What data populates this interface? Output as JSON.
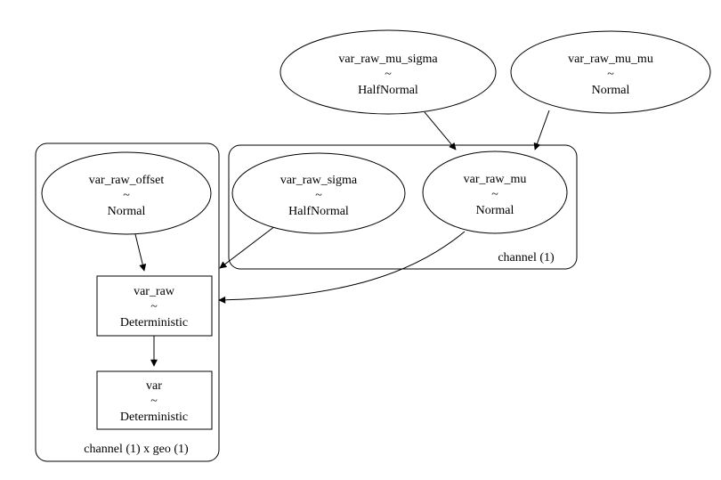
{
  "diagram": {
    "type": "graphviz-model-graph",
    "background_color": "#ffffff",
    "line_color": "#000000",
    "nodes": {
      "var_raw_mu_sigma": {
        "name": "var_raw_mu_sigma",
        "tilde": "~",
        "dist": "HalfNormal",
        "shape": "ellipse"
      },
      "var_raw_mu_mu": {
        "name": "var_raw_mu_mu",
        "tilde": "~",
        "dist": "Normal",
        "shape": "ellipse"
      },
      "var_raw_sigma": {
        "name": "var_raw_sigma",
        "tilde": "~",
        "dist": "HalfNormal",
        "shape": "ellipse"
      },
      "var_raw_mu": {
        "name": "var_raw_mu",
        "tilde": "~",
        "dist": "Normal",
        "shape": "ellipse"
      },
      "var_raw_offset": {
        "name": "var_raw_offset",
        "tilde": "~",
        "dist": "Normal",
        "shape": "ellipse"
      },
      "var_raw": {
        "name": "var_raw",
        "tilde": "~",
        "dist": "Deterministic",
        "shape": "rect"
      },
      "var": {
        "name": "var",
        "tilde": "~",
        "dist": "Deterministic",
        "shape": "rect"
      }
    },
    "plates": {
      "channel": {
        "label": "channel (1)"
      },
      "channel_geo": {
        "label": "channel (1) x geo (1)"
      }
    },
    "edges": [
      {
        "from": "var_raw_mu_sigma",
        "to": "var_raw_mu"
      },
      {
        "from": "var_raw_mu_mu",
        "to": "var_raw_mu"
      },
      {
        "from": "var_raw_offset",
        "to": "var_raw"
      },
      {
        "from": "var_raw_sigma",
        "to": "var_raw"
      },
      {
        "from": "var_raw_mu",
        "to": "var_raw"
      },
      {
        "from": "var_raw",
        "to": "var"
      }
    ]
  }
}
